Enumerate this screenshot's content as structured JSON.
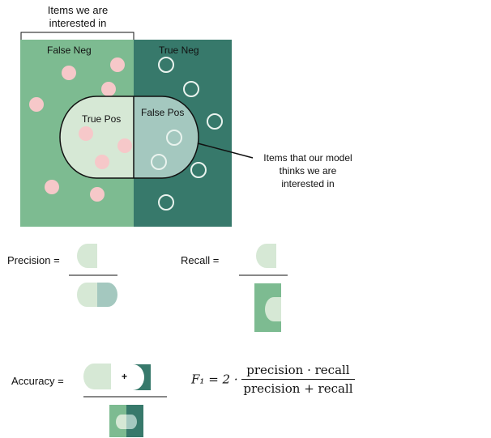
{
  "colors": {
    "light_green": "#7dbb91",
    "dark_teal": "#37796b",
    "pale_green": "#d6e8d5",
    "pale_teal": "#a4c8bf",
    "pink": "#f6c8c9"
  },
  "top_bracket_label": "Items we are\ninterested in",
  "regions": {
    "false_neg": "False Neg",
    "true_neg": "True Neg",
    "true_pos": "True Pos",
    "false_pos": "False Pos"
  },
  "model_label": "Items that our model\nthinks we are\ninterested in",
  "precision_label": "Precision =",
  "recall_label": "Recall =",
  "accuracy_label": "Accuracy =",
  "plus_symbol": "+",
  "f1": {
    "lhs": "F₁ = 2 ·",
    "numerator": "precision · recall",
    "denominator": "precision + recall"
  }
}
